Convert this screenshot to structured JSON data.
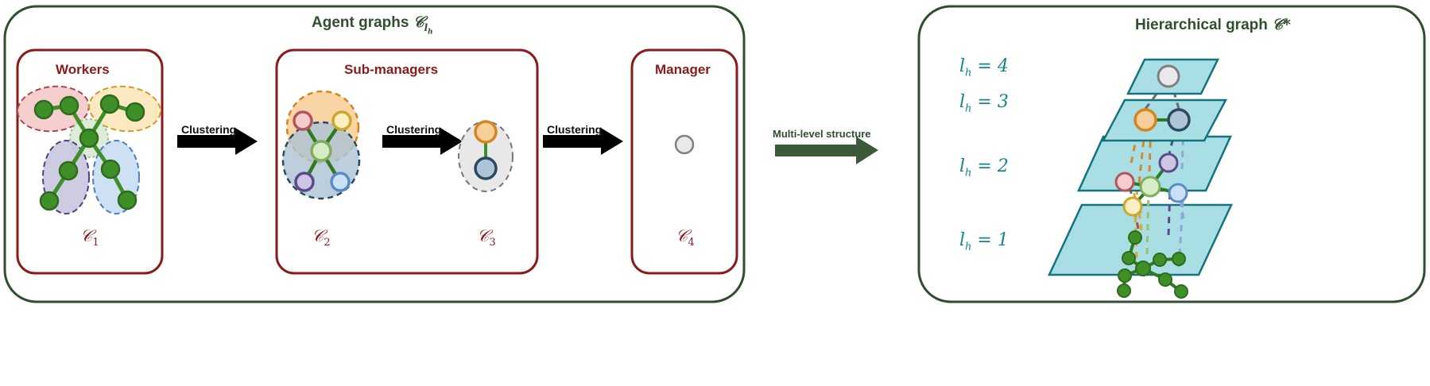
{
  "figure": {
    "type": "diagram",
    "description": "Hierarchical multi-agent graph construction: agent graphs built by repeated clustering, then assembled into a multi-level hierarchical graph."
  },
  "left_group": {
    "title_prefix": "Agent graphs",
    "title_symbol": "G",
    "title_sub": "lh",
    "border_color": "#2F4F2F",
    "panels": [
      {
        "name": "workers",
        "title": "Workers",
        "graph_label": "G",
        "graph_sub": "1",
        "border_color": "#8B1A1A",
        "node_count": 9,
        "cluster_count": 5,
        "clusters": [
          {
            "id": "red",
            "fill": "#f3c6c6",
            "stroke": "#a8474f",
            "members": 2,
            "shape": "ellipse"
          },
          {
            "id": "yellow",
            "fill": "#fbe5b6",
            "stroke": "#d39b26",
            "members": 2,
            "shape": "ellipse"
          },
          {
            "id": "green",
            "fill": "#d9ead3",
            "stroke": "#9cbf86",
            "members": 1,
            "shape": "circle"
          },
          {
            "id": "purple",
            "fill": "#c6c3de",
            "stroke": "#4a417c",
            "members": 2,
            "shape": "ellipse"
          },
          {
            "id": "blue",
            "fill": "#c5dcf2",
            "stroke": "#4a7fbf",
            "members": 2,
            "shape": "ellipse"
          }
        ],
        "node_fill": "#3f8f29",
        "node_stroke": "#2e6b1d",
        "edge_color": "#3f8f29"
      },
      {
        "name": "sub-managers",
        "title": "Sub-managers",
        "graph_label": "G",
        "graph_sub": "2",
        "border_color": "#8B1A1A",
        "node_count": 5,
        "cluster_count": 2,
        "clusters": [
          {
            "id": "orange",
            "fill": "#f8cf9a",
            "stroke": "#d4861f",
            "members": 2,
            "shape": "circle"
          },
          {
            "id": "slate-blue",
            "fill": "#afc4d6",
            "stroke": "#2b4a62",
            "members": 3,
            "shape": "circle"
          }
        ],
        "nodes": [
          {
            "id": "red",
            "fill": "#f5cdcd",
            "stroke": "#b3545c"
          },
          {
            "id": "yellow",
            "fill": "#fbeec2",
            "stroke": "#caa82e"
          },
          {
            "id": "green",
            "fill": "#d6ecc4",
            "stroke": "#7fae5f"
          },
          {
            "id": "purple",
            "fill": "#cdc6e2",
            "stroke": "#5a4b8c"
          },
          {
            "id": "blue",
            "fill": "#cbdff5",
            "stroke": "#5a8cc4"
          }
        ],
        "edge_color": "#2f7a1f"
      },
      {
        "name": "managers-level-3",
        "title": "",
        "graph_label": "G",
        "graph_sub": "3",
        "border_color": "#8B1A1A",
        "node_count": 2,
        "cluster_count": 1,
        "clusters": [
          {
            "id": "grey",
            "fill": "#e6e6e6",
            "stroke": "#777777",
            "members": 2,
            "shape": "ellipse"
          }
        ],
        "nodes": [
          {
            "id": "orange",
            "fill": "#f8cf9a",
            "stroke": "#d4861f"
          },
          {
            "id": "slate",
            "fill": "#afc4d6",
            "stroke": "#2b4a62"
          }
        ],
        "edge_color": "#3f8f29"
      },
      {
        "name": "manager",
        "title": "Manager",
        "graph_label": "G",
        "graph_sub": "4",
        "border_color": "#8B1A1A",
        "node_count": 1,
        "cluster_count": 0,
        "nodes": [
          {
            "id": "grey",
            "fill": "#e9e9e9",
            "stroke": "#808080"
          }
        ]
      }
    ],
    "arrows": [
      {
        "label": "Clustering",
        "color": "#000000"
      },
      {
        "label": "Clustering",
        "color": "#000000"
      },
      {
        "label": "Clustering",
        "color": "#000000"
      }
    ]
  },
  "transition_arrow": {
    "label": "Multi-level structure",
    "color": "#2F4F2F"
  },
  "right_group": {
    "title_prefix": "Hierarchical graph",
    "title_symbol": "G*",
    "border_color": "#2F4F2F",
    "plane_fill": "#a9dfe4",
    "plane_stroke": "#13737f",
    "level_label_color": "#16848C",
    "levels": [
      {
        "label_prefix": "l",
        "label_sub": "h",
        "label_eq": "= 4",
        "label_full": "l_h = 4",
        "nodes": 1,
        "node_colors": [
          {
            "fill": "#e9e9e9",
            "stroke": "#808080"
          }
        ]
      },
      {
        "label_prefix": "l",
        "label_sub": "h",
        "label_eq": "= 3",
        "label_full": "l_h = 3",
        "nodes": 2,
        "node_colors": [
          {
            "fill": "#f8cf9a",
            "stroke": "#d4861f"
          },
          {
            "fill": "#afc4d6",
            "stroke": "#2b4a62"
          }
        ]
      },
      {
        "label_prefix": "l",
        "label_sub": "h",
        "label_eq": "= 2",
        "label_full": "l_h = 2",
        "nodes": 5,
        "node_colors": [
          {
            "fill": "#f5cdcd",
            "stroke": "#b3545c"
          },
          {
            "fill": "#fbeec2",
            "stroke": "#caa82e"
          },
          {
            "fill": "#d6ecc4",
            "stroke": "#7fae5f"
          },
          {
            "fill": "#cdc6e2",
            "stroke": "#5a4b8c"
          },
          {
            "fill": "#cbdff5",
            "stroke": "#5a8cc4"
          }
        ]
      },
      {
        "label_prefix": "l",
        "label_sub": "h",
        "label_eq": "= 1",
        "label_full": "l_h = 1",
        "nodes": 9,
        "node_colors": [
          {
            "fill": "#3f8f29",
            "stroke": "#2e6b1d"
          }
        ]
      }
    ],
    "edge_color": "#2f7a1f",
    "membership_link_style": "dashed"
  }
}
